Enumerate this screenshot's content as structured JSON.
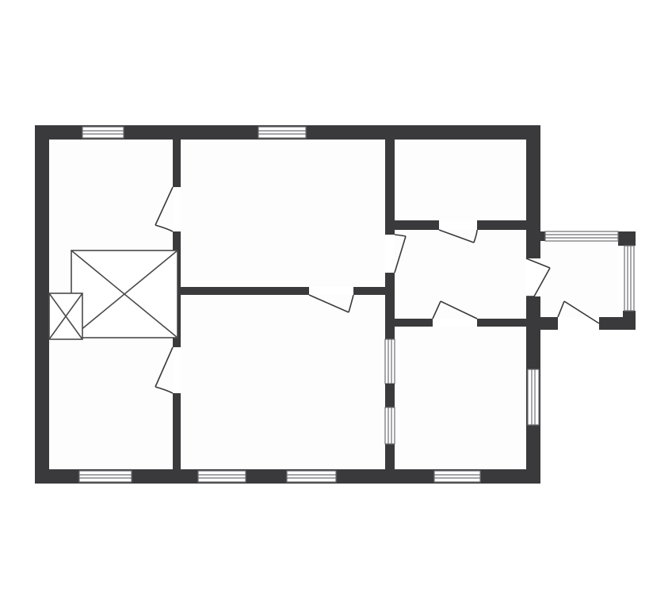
{
  "plan": {
    "wall_color": "#3a3a3c",
    "window_frame_color": "#6f6f73",
    "line_color": "#4a4a4a",
    "background": "#ffffff",
    "rooms": [
      {
        "id": "room-west"
      },
      {
        "id": "room-north-center"
      },
      {
        "id": "room-south-center"
      },
      {
        "id": "room-northeast"
      },
      {
        "id": "room-corridor"
      },
      {
        "id": "room-southeast"
      },
      {
        "id": "room-porch"
      }
    ],
    "fixtures": [
      {
        "kind": "stove"
      },
      {
        "kind": "chimney"
      }
    ]
  }
}
